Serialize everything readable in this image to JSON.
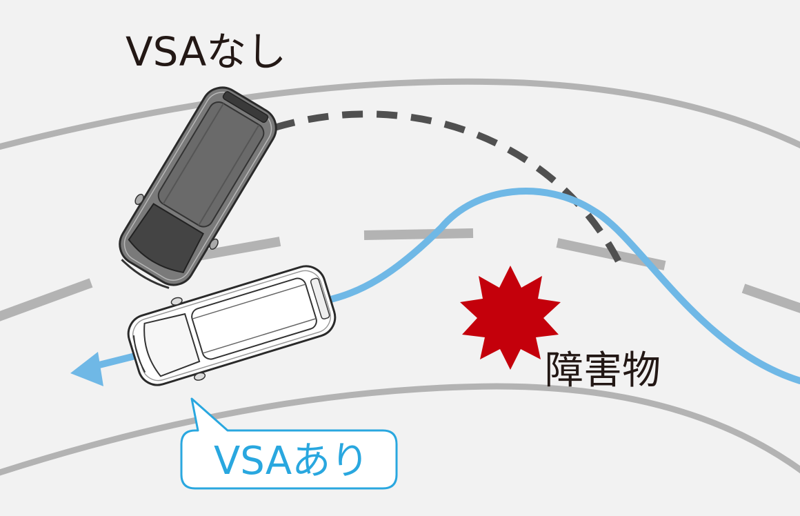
{
  "labels": {
    "without_vsa": "VSAなし",
    "with_vsa": "VSAあり",
    "obstacle": "障害物"
  },
  "colors": {
    "background": "#f2f2f2",
    "road_line": "#b3b3b3",
    "path_with_vsa": "#6fb8e6",
    "path_without_vsa": "#505050",
    "obstacle": "#c4000b",
    "callout_border": "#29a7df",
    "text": "#231815",
    "car_dark_body": "#7a7a7a",
    "car_light_body": "#ffffff"
  }
}
